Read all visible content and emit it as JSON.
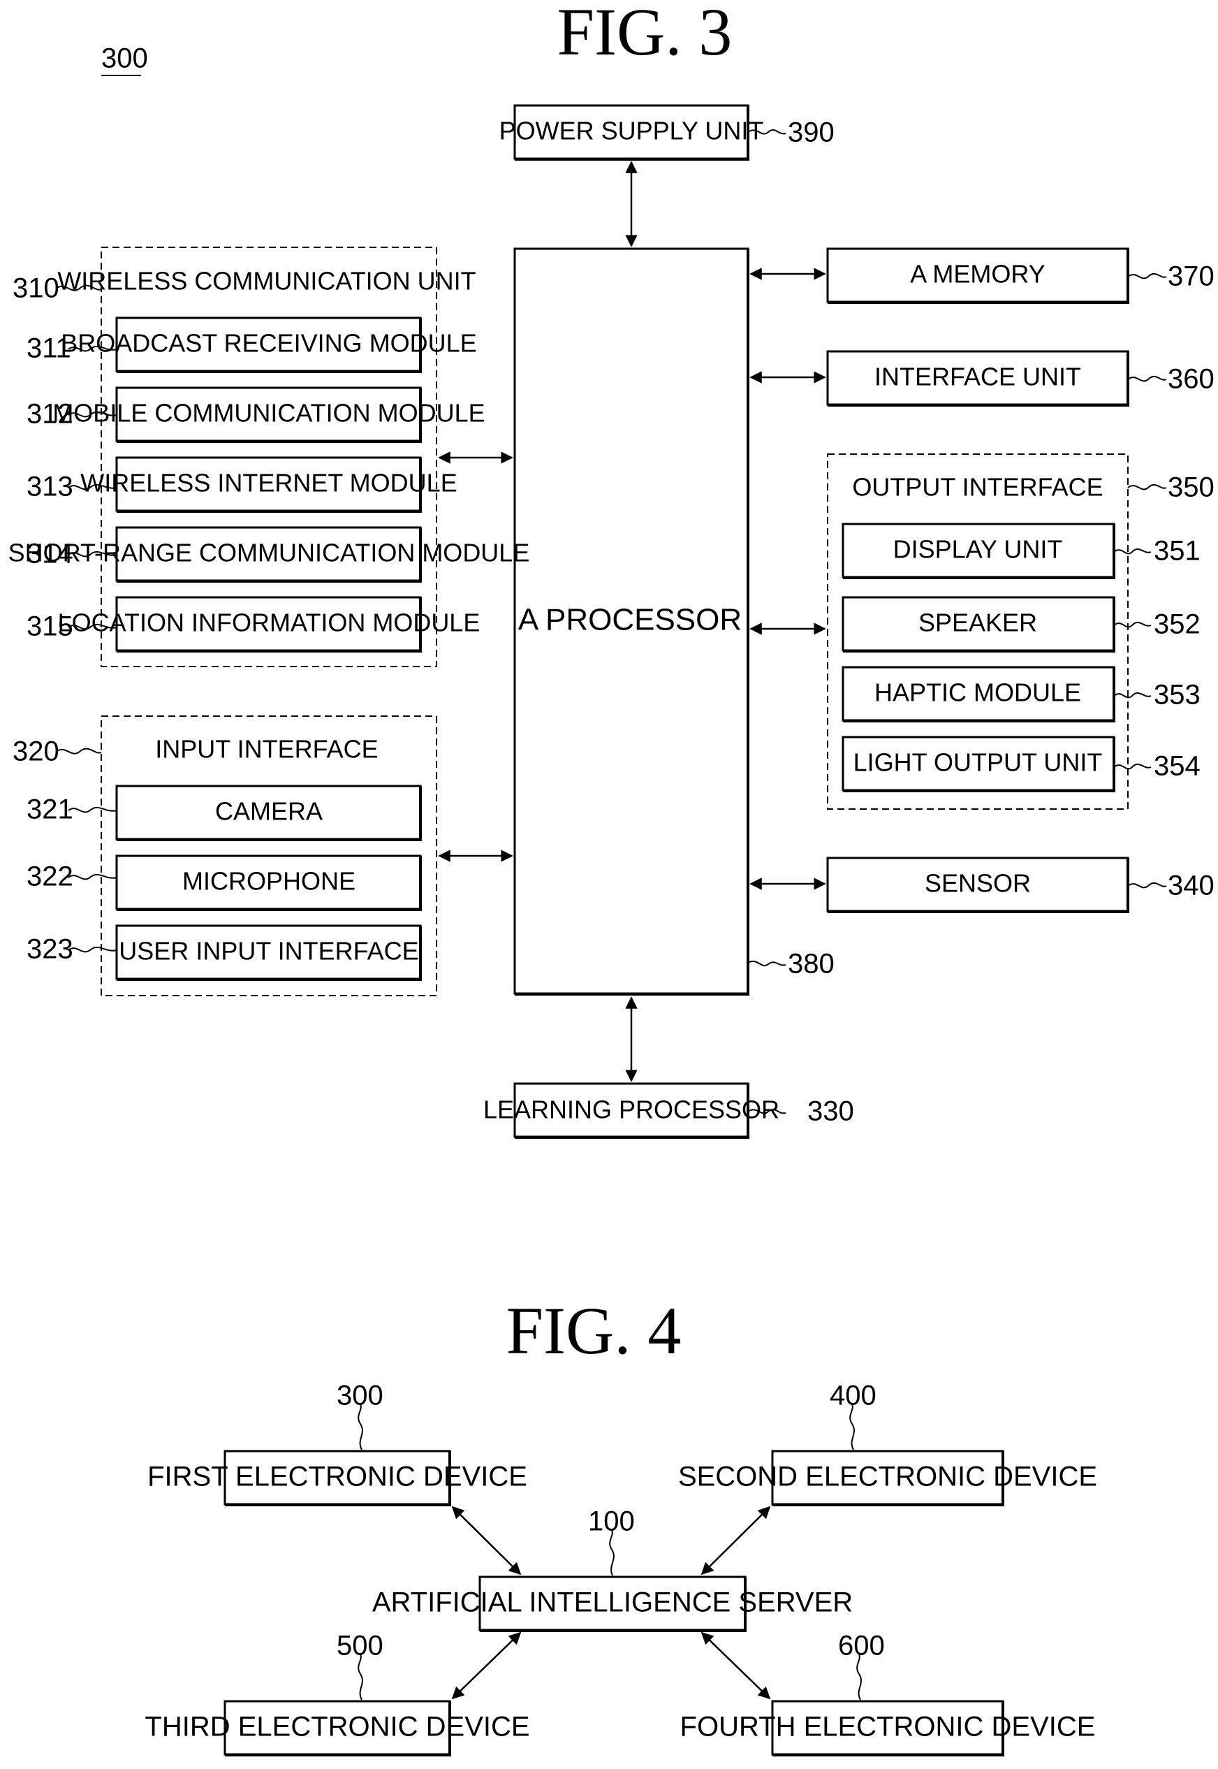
{
  "fig3": {
    "title": "FIG. 3",
    "device_ref": "300",
    "power_supply": {
      "label": "POWER SUPPLY UNIT",
      "ref": "390"
    },
    "processor": {
      "label": "A PROCESSOR",
      "ref": "380"
    },
    "learning_processor": {
      "label": "LEARNING PROCESSOR",
      "ref": "330"
    },
    "wireless_unit": {
      "label": "WIRELESS COMMUNICATION UNIT",
      "ref": "310",
      "modules": [
        {
          "label": "BROADCAST RECEIVING MODULE",
          "ref": "311"
        },
        {
          "label": "MOBILE COMMUNICATION MODULE",
          "ref": "312"
        },
        {
          "label": "WIRELESS INTERNET MODULE",
          "ref": "313"
        },
        {
          "label": "SHORT-RANGE COMMUNICATION MODULE",
          "ref": "314"
        },
        {
          "label": "LOCATION INFORMATION MODULE",
          "ref": "315"
        }
      ]
    },
    "input_interface": {
      "label": "INPUT INTERFACE",
      "ref": "320",
      "modules": [
        {
          "label": "CAMERA",
          "ref": "321"
        },
        {
          "label": "MICROPHONE",
          "ref": "322"
        },
        {
          "label": "USER INPUT INTERFACE",
          "ref": "323"
        }
      ]
    },
    "memory": {
      "label": "A MEMORY",
      "ref": "370"
    },
    "interface_unit": {
      "label": "INTERFACE UNIT",
      "ref": "360"
    },
    "output_interface": {
      "label": "OUTPUT INTERFACE",
      "ref": "350",
      "modules": [
        {
          "label": "DISPLAY UNIT",
          "ref": "351"
        },
        {
          "label": "SPEAKER",
          "ref": "352"
        },
        {
          "label": "HAPTIC MODULE",
          "ref": "353"
        },
        {
          "label": "LIGHT OUTPUT UNIT",
          "ref": "354"
        }
      ]
    },
    "sensor": {
      "label": "SENSOR",
      "ref": "340"
    }
  },
  "fig4": {
    "title": "FIG. 4",
    "server": {
      "label": "ARTIFICIAL INTELLIGENCE SERVER",
      "ref": "100"
    },
    "devices": [
      {
        "label": "FIRST ELECTRONIC DEVICE",
        "ref": "300"
      },
      {
        "label": "SECOND ELECTRONIC DEVICE",
        "ref": "400"
      },
      {
        "label": "THIRD ELECTRONIC DEVICE",
        "ref": "500"
      },
      {
        "label": "FOURTH ELECTRONIC DEVICE",
        "ref": "600"
      }
    ]
  }
}
